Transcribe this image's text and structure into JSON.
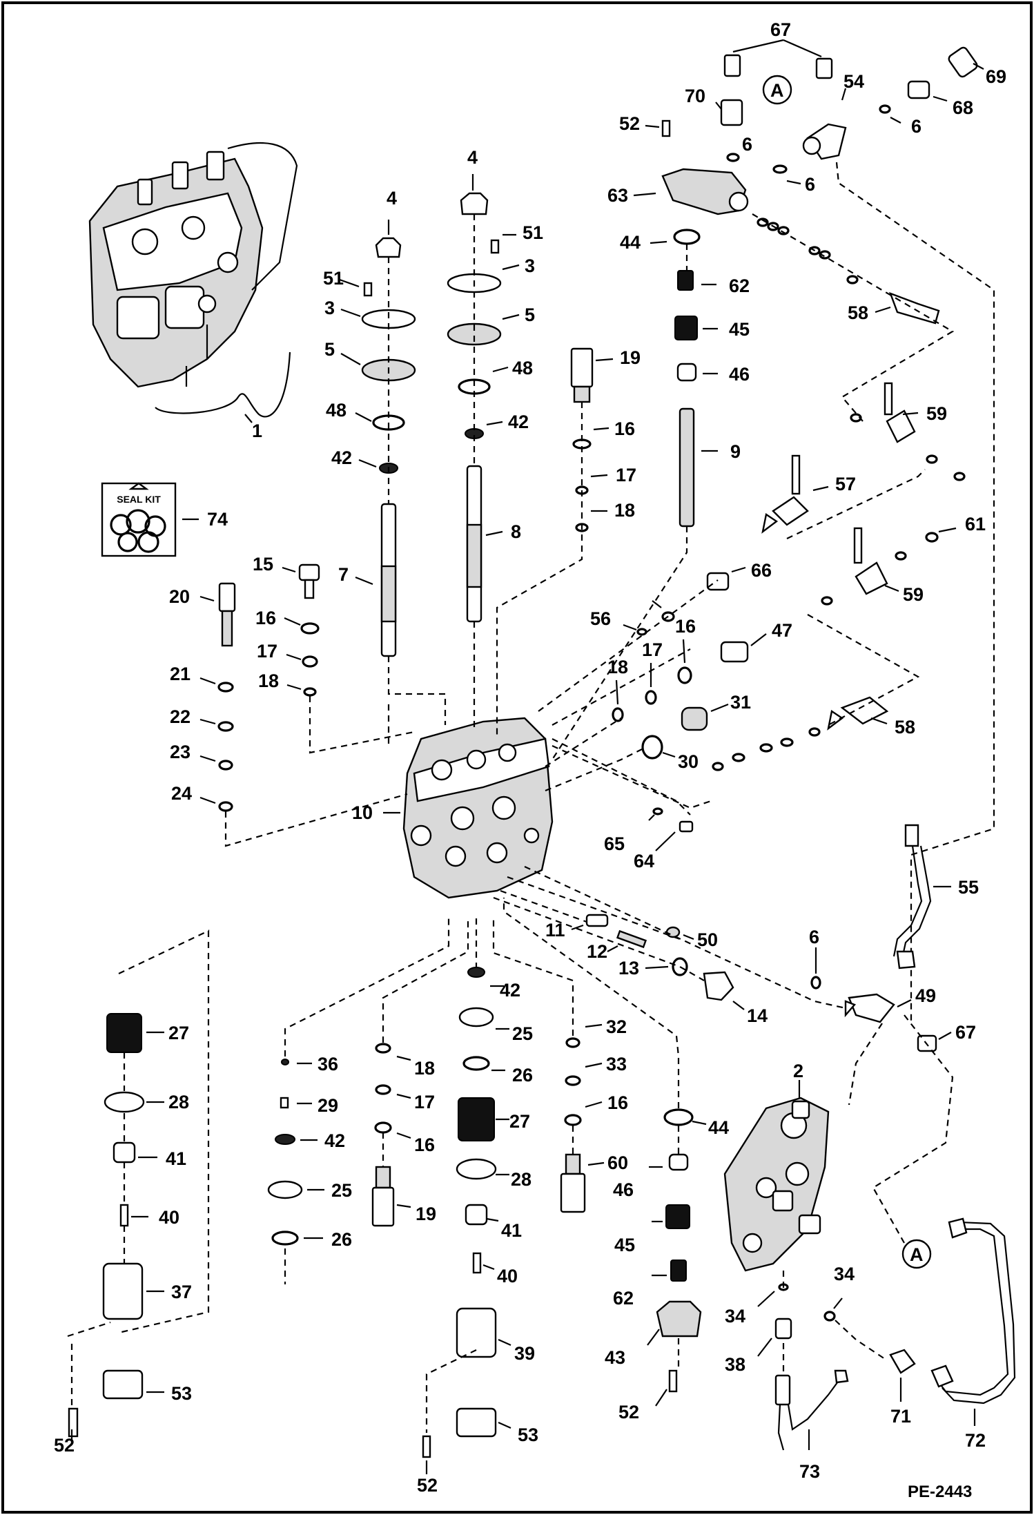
{
  "diagram": {
    "drawing_code": "PE-2443",
    "seal_kit_label": "SEAL KIT",
    "connector_letter": "A",
    "callouts": {
      "c1": "1",
      "c2": "2",
      "c3a": "3",
      "c3b": "3",
      "c4a": "4",
      "c4b": "4",
      "c5a": "5",
      "c5b": "5",
      "c6a": "6",
      "c6b": "6",
      "c6c": "6",
      "c6d": "6",
      "c7": "7",
      "c8": "8",
      "c9": "9",
      "c10": "10",
      "c11": "11",
      "c12": "12",
      "c13": "13",
      "c14": "14",
      "c15": "15",
      "c16a": "16",
      "c16b": "16",
      "c16c": "16",
      "c16d": "16",
      "c16e": "16",
      "c17a": "17",
      "c17b": "17",
      "c17c": "17",
      "c17d": "17",
      "c18a": "18",
      "c18b": "18",
      "c18c": "18",
      "c18d": "18",
      "c19a": "19",
      "c19b": "19",
      "c20": "20",
      "c21": "21",
      "c22": "22",
      "c23": "23",
      "c24": "24",
      "c25a": "25",
      "c25b": "25",
      "c26a": "26",
      "c26b": "26",
      "c27a": "27",
      "c27b": "27",
      "c28a": "28",
      "c28b": "28",
      "c29": "29",
      "c30": "30",
      "c31": "31",
      "c32": "32",
      "c33": "33",
      "c34a": "34",
      "c34b": "34",
      "c36": "36",
      "c37": "37",
      "c38": "38",
      "c39": "39",
      "c40a": "40",
      "c40b": "40",
      "c41a": "41",
      "c41b": "41",
      "c42a": "42",
      "c42b": "42",
      "c42c": "42",
      "c42d": "42",
      "c43": "43",
      "c44a": "44",
      "c44b": "44",
      "c45a": "45",
      "c45b": "45",
      "c46a": "46",
      "c46b": "46",
      "c47": "47",
      "c48a": "48",
      "c48b": "48",
      "c49": "49",
      "c50": "50",
      "c51a": "51",
      "c51b": "51",
      "c52a": "52",
      "c52b": "52",
      "c52c": "52",
      "c52d": "52",
      "c53a": "53",
      "c53b": "53",
      "c54": "54",
      "c55": "55",
      "c56": "56",
      "c57": "57",
      "c58a": "58",
      "c58b": "58",
      "c59a": "59",
      "c59b": "59",
      "c60": "60",
      "c61": "61",
      "c62a": "62",
      "c62b": "62",
      "c63": "63",
      "c64": "64",
      "c65": "65",
      "c66": "66",
      "c67a": "67",
      "c67b": "67",
      "c68": "68",
      "c69": "69",
      "c70": "70",
      "c71": "71",
      "c72": "72",
      "c73": "73",
      "c74": "74"
    }
  }
}
